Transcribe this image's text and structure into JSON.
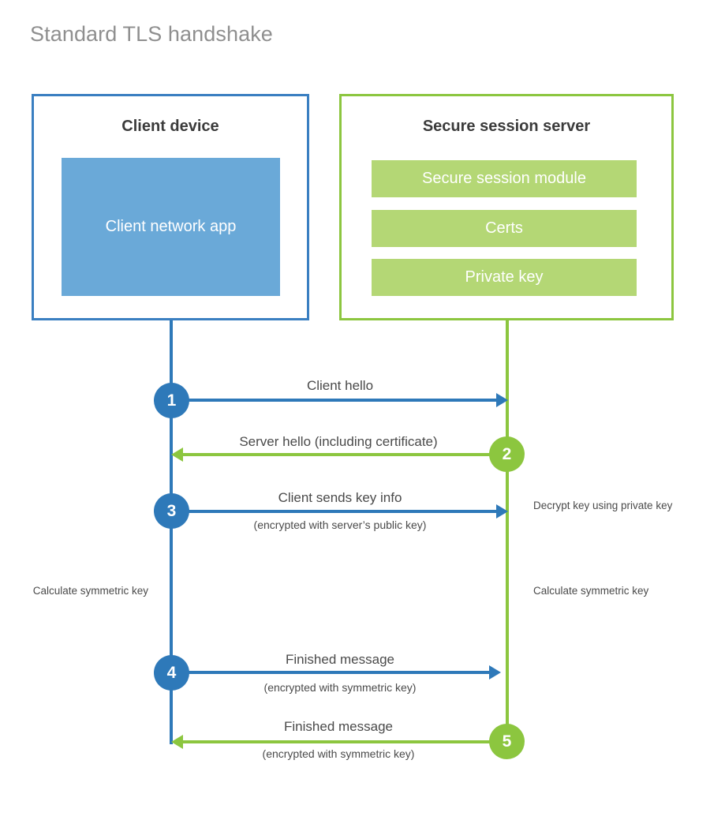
{
  "diagram": {
    "title": "Standard TLS handshake",
    "colors": {
      "client_blue": "#2e79b9",
      "client_app_fill": "#6aa9d8",
      "server_green": "#8cc63f",
      "server_block_fill": "#b4d775",
      "text_gray": "#4a4a4a",
      "title_gray": "#8f8f8f"
    },
    "parties": {
      "client": {
        "title": "Client device",
        "block_label": "Client network app"
      },
      "server": {
        "title": "Secure session server",
        "blocks": [
          "Secure session module",
          "Certs",
          "Private key"
        ]
      }
    },
    "steps": [
      {
        "number": "1",
        "label": "Client hello",
        "sublabel": "",
        "direction": "client-to-server",
        "color": "blue"
      },
      {
        "number": "2",
        "label": "Server hello (including certificate)",
        "sublabel": "",
        "direction": "server-to-client",
        "color": "green"
      },
      {
        "number": "3",
        "label": "Client sends key info",
        "sublabel": "(encrypted with server’s public key)",
        "direction": "client-to-server",
        "color": "blue"
      },
      {
        "number": "4",
        "label": "Finished message",
        "sublabel": "(encrypted with symmetric key)",
        "direction": "client-to-server",
        "color": "blue"
      },
      {
        "number": "5",
        "label": "Finished message",
        "sublabel": "(encrypted with symmetric key)",
        "direction": "server-to-client",
        "color": "green"
      }
    ],
    "annotations": {
      "server_decrypt": "Decrypt key using private key",
      "client_calculate": "Calculate symmetric key",
      "server_calculate": "Calculate symmetric key"
    }
  }
}
